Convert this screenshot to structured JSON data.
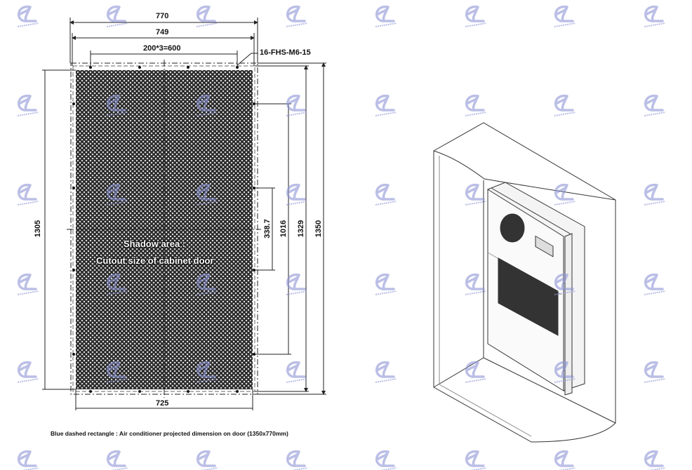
{
  "drawing": {
    "dimensions": {
      "overall_width": "770",
      "mount_width": "749",
      "hole_spacing": "200*3=600",
      "fastener": "16-FHS-M6-15",
      "cutout_height": "1305",
      "side_spacing": "338.7",
      "hole_span_vertical": "1016",
      "mount_height": "1329",
      "overall_height": "1350",
      "cutout_width": "725"
    },
    "shadow_label_line1": "Shadow area :",
    "shadow_label_line2": "Cutout size of cabinet door",
    "note": "Blue dashed rectangle : Air conditioner projected dimension on door (1350x770mm)"
  },
  "colors": {
    "watermark": "#8f96d6",
    "line": "#222222",
    "mesh": "#2a2a2a"
  }
}
